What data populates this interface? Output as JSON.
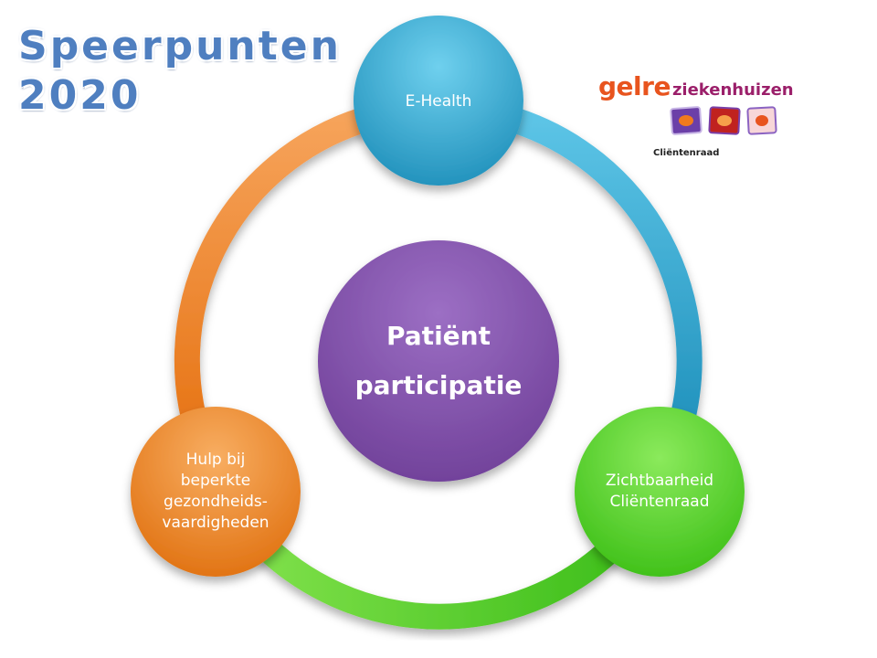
{
  "title": {
    "line1": "Speerpunten",
    "line2": "2020"
  },
  "logo": {
    "brand": "gelre",
    "brand_suffix": "ziekenhuizen",
    "subtitle": "Cliëntenraad"
  },
  "center": {
    "line1": "Patiënt",
    "line2": "participatie"
  },
  "nodes": {
    "top": {
      "label": "E-Health",
      "color": "#2ea6cf"
    },
    "right": {
      "line1": "Zichtbaarheid",
      "line2": "Cliëntenraad",
      "color": "#4fd12a"
    },
    "left": {
      "line1": "Hulp bij",
      "line2": "beperkte",
      "line3": "gezondheids-",
      "line4": "vaardigheden",
      "color": "#f07f1e"
    }
  },
  "colors": {
    "center": "#8a5bb0",
    "ring_orange": "#f0821f",
    "ring_blue": "#2fa8d0",
    "ring_green": "#57d02a"
  }
}
